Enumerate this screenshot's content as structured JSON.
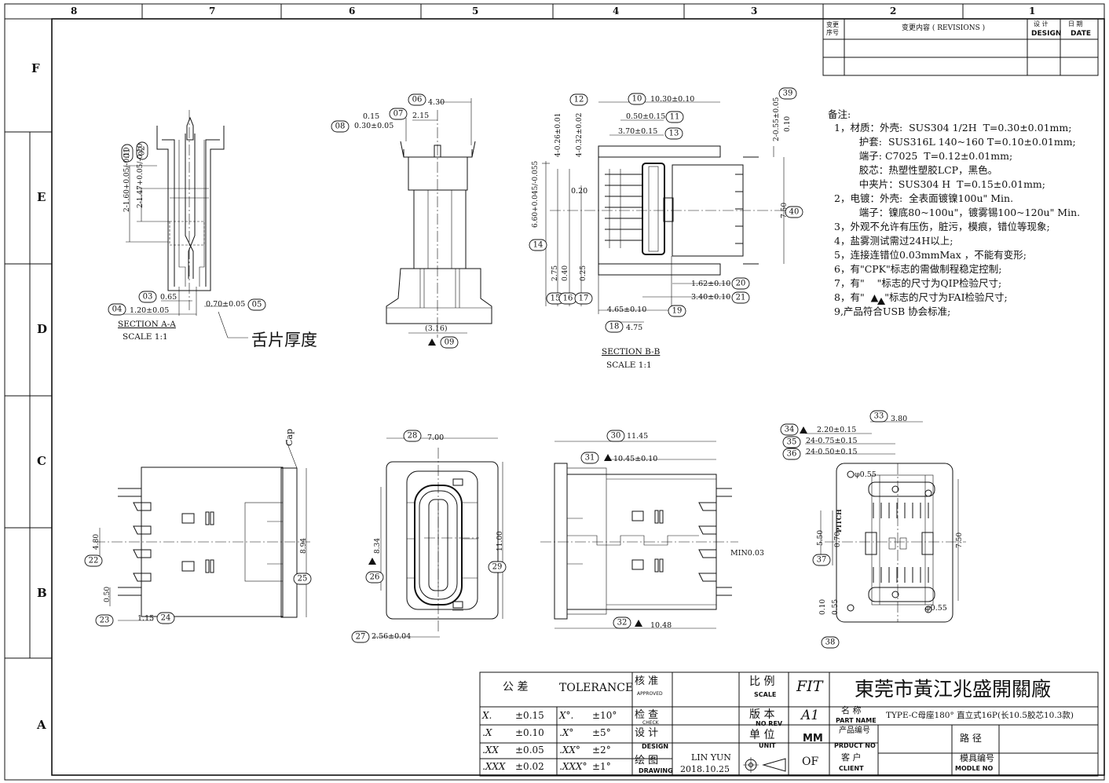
{
  "border": {
    "columns": [
      "8",
      "7",
      "6",
      "5",
      "4",
      "3",
      "2",
      "1"
    ],
    "rows": [
      "F",
      "E",
      "D",
      "C",
      "B",
      "A"
    ]
  },
  "revisions": {
    "seq": "变更\n序号",
    "content": "变更内容 ( REVISIONS )",
    "design_cn": "设 计",
    "design_en": "DESIGN",
    "date_cn": "日 期",
    "date_en": "DATE"
  },
  "notes": {
    "title": "备注:",
    "lines": [
      "1，材质：外壳:  SUS304 1/2H  T=0.30±0.01mm;",
      "        护套:  SUS316L 140~160 T=0.10±0.01mm;",
      "        端子: C7025  T=0.12±0.01mm;",
      "        胶芯：热塑性塑胶LCP，黑色。",
      "        中夹片：SUS304 H  T=0.15±0.01mm;",
      "2，电镀：外壳:  全表面镀镍100u\" Min.",
      "        端子：镍底80~100u\"，镀雾锡100~120u\" Min.",
      "3，外观不允许有压伤，脏污，模痕，错位等现象;",
      "4，盐雾测试需过24H以上;",
      "5，连接连错位0.03mmMax ，不能有变形;",
      "6，有\"CPK\"标志的需做制程稳定控制;",
      "7，有\"    \"标志的尺寸为QIP检验尺寸;",
      "8，有\"  ▲  \"标志的尺寸为FAI检验尺寸;",
      "9,产品符合USB 协会标准;"
    ]
  },
  "views": {
    "section_aa": {
      "title": "SECTION A-A",
      "scale": "SCALE 1:1",
      "callout": "舌片厚度"
    },
    "section_bb": {
      "title": "SECTION B-B",
      "scale": "SCALE 1:1"
    },
    "cap_label": "Cap",
    "min_label": "MIN0.03",
    "pitch_label": "PITCH"
  },
  "dims": {
    "d01": "2-1.60+0.05/-0.10",
    "d02": "2-1.47+0.05/-0.10",
    "d03": "0.65",
    "d04": "1.20±0.05",
    "d05": "0.70±0.05",
    "d06": "4.30",
    "d07": "2.15",
    "d08": "0.30±0.05",
    "d08g": "0.15",
    "d09": "(3.16)",
    "d10": "10.30±0.10",
    "d11": "0.50±0.15",
    "d13": "3.70±0.15",
    "d_left1": "4-0.26±0.01",
    "d_left2": "4-0.32±0.02",
    "d_left3": "0.20",
    "d_left4": "6.60+0.045/-0.055",
    "d_left5": "2.75",
    "d_left6": "0.40",
    "d_left7": "0.25",
    "d39": "2-0.55±0.05",
    "d39g": "0.10",
    "d40": "7.50",
    "d18": "4.75",
    "d19": "4.65±0.10",
    "d20": "1.62±0.10",
    "d21": "3.40±0.10",
    "d22": "4.80",
    "d23": "0.50",
    "d24": "1.15",
    "d25": "8.94",
    "d26": "8.34",
    "d27": "2.56±0.04",
    "d28": "7.00",
    "d29": "11.00",
    "d30": "11.45",
    "d31": "10.45±0.10",
    "d32": "10.48",
    "d33": "3.80",
    "d34": "2.20±0.15",
    "d35": "24-0.75±0.15",
    "d36": "24-0.50±0.15",
    "d37": "5.50",
    "d37b": "0.70",
    "d37c": "7.50",
    "d38": "0.10",
    "d38b": "0.55",
    "d_phi": "φ0.55"
  },
  "balloons": [
    "01",
    "02",
    "03",
    "04",
    "05",
    "06",
    "07",
    "08",
    "09",
    "10",
    "11",
    "12",
    "13",
    "14",
    "15",
    "16",
    "17",
    "18",
    "19",
    "20",
    "21",
    "22",
    "23",
    "24",
    "25",
    "26",
    "27",
    "28",
    "29",
    "30",
    "31",
    "32",
    "33",
    "34",
    "35",
    "36",
    "37",
    "38",
    "39",
    "40"
  ],
  "title_block": {
    "tolerance_cn": "公    差",
    "tolerance_en": "TOLERANCE",
    "tol_rows": [
      {
        "a": "X.",
        "b": "±0.15",
        "c": "X°.",
        "d": "±10°"
      },
      {
        "a": ".X",
        "b": "±0.10",
        "c": ".X°",
        "d": "±5°"
      },
      {
        "a": ".XX",
        "b": "±0.05",
        "c": ".XX°",
        "d": "±2°"
      },
      {
        "a": ".XXX",
        "b": "±0.02",
        "c": ".XXX°",
        "d": "±1°"
      }
    ],
    "approved_cn": "核  准",
    "approved_en": "APPROVED",
    "check_cn": "检  查",
    "check_en": "CHECK",
    "design_cn": "设  计",
    "design_en": "DESIGN",
    "drawing_cn": "绘  图",
    "drawing_en": "DRAWING",
    "drawer": "LIN YUN",
    "date": "2018.10.25",
    "scale_cn": "比  例",
    "scale_en": "SCALE",
    "scale_val": "FIT",
    "rev_cn": "版  本",
    "rev_en": "NO REV",
    "rev_val": "A1",
    "unit_cn": "单  位",
    "unit_en": "UNIT",
    "unit_val": "MM",
    "of_val": "OF",
    "company": "東莞市黃江兆盛開關廠",
    "partname_cn": "名  称",
    "partname_en": "PART NAME",
    "partname_val": "TYPE-C母座180° 直立式16P(长10.5胶芯10.3款)",
    "productno_cn": "产品编号",
    "productno_en": "PRDUCT NO",
    "path_cn": "路  径",
    "client_cn": "客  户",
    "client_en": "CLIENT",
    "modelno_cn": "模具编号",
    "modelno_en": "MODLE NO"
  }
}
